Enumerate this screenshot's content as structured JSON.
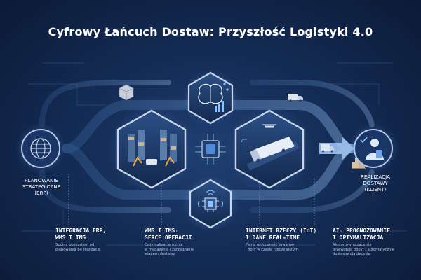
{
  "title": "Cyfrowy Łańcuch Dostaw: Przyszłość Logistyki 4.0",
  "start": {
    "label": "PLANOWANIE\nSTRATEGICZNE\n(ERP)",
    "icon": "globe-icon"
  },
  "end": {
    "label": "REALIZACJA\nDOSTAWY\n(KLIENT)",
    "icon": "customer-icon"
  },
  "hubs": [
    {
      "id": "ai",
      "icon": "brain-analytics-icon"
    },
    {
      "id": "warehouse",
      "icon": "robotic-warehouse-icon"
    },
    {
      "id": "transport",
      "icon": "autonomous-truck-icon"
    },
    {
      "id": "iot",
      "icon": "iot-chip-icon"
    },
    {
      "id": "core",
      "icon": "central-processor-icon"
    }
  ],
  "captions": [
    {
      "title": "INTEGRACJA ERP,\nWMS I TMS",
      "desc": "Spójny ekosystem od\nplanowania po realizację."
    },
    {
      "title": "WMS I TMS:\nSERCE OPERACJI",
      "desc": "Optymalizacja ruchu\nw magazynie i zarządzanie\netapem dostawy."
    },
    {
      "title": "INTERNET RZECZY (IoT)\nI DANE REAL-TIME",
      "desc": "Pełna widoczność towarów\ni floty w czasie rzeczywistym."
    },
    {
      "title": "AI: PROGNOZOWANIE\nI OPTYMALIZACJA",
      "desc": "Algorytmy uczące się\nprzewidują popyt i automatycznie\ndostosowują decyzje."
    }
  ],
  "colors": {
    "background": "#142c55",
    "accent": "#6fb0ff",
    "hub_border": "#c9d6ea",
    "arrow": "#9cc2f0"
  }
}
